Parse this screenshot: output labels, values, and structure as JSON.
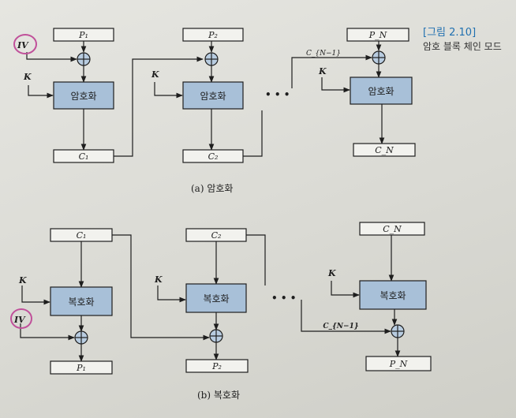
{
  "figure": {
    "number_label": "[그림 2.10]",
    "title": "암호 블록 체인 모드"
  },
  "encryption": {
    "caption": "(a) 암호화",
    "iv_label": "IV",
    "key_label": "K",
    "block_label": "암호화",
    "plaintexts": [
      "P₁",
      "P₂",
      "P_N"
    ],
    "ciphertexts": [
      "C₁",
      "C₂",
      "C_N"
    ],
    "chain_label": "C_{N−1}",
    "ellipsis": "• • •"
  },
  "decryption": {
    "caption": "(b) 복호화",
    "iv_label": "IV",
    "key_label": "K",
    "block_label": "복호화",
    "ciphertexts": [
      "C₁",
      "C₂",
      "C_N"
    ],
    "plaintexts": [
      "P₁",
      "P₂",
      "P_N"
    ],
    "chain_label": "C_{N−1}",
    "ellipsis": "• • •"
  },
  "colors": {
    "block_fill": "#a8c0d8",
    "line": "#1e1e1e",
    "iv_circle": "#c0509a",
    "caption_blue": "#1f6fb0"
  }
}
